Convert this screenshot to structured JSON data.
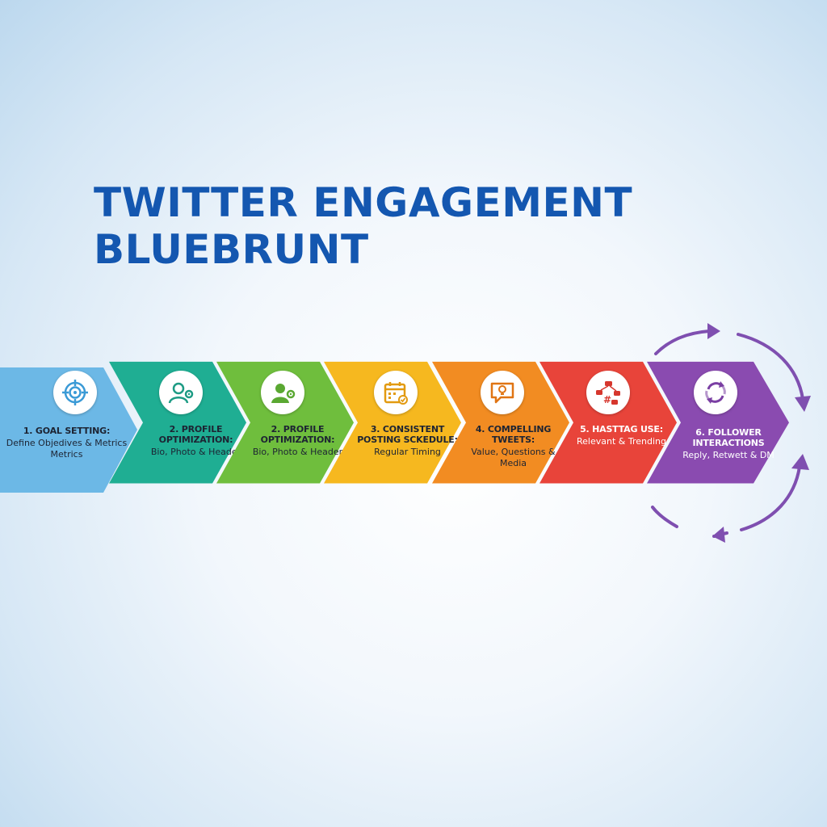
{
  "title": {
    "line1": "TWITTER ENGAGEMENT",
    "line2": "BLUEBRUNT"
  },
  "colors": {
    "title": "#1457b0",
    "cycle_arrows": "#7f4fb0"
  },
  "steps": [
    {
      "title": "1. GOAL SETTING:",
      "desc": "Define Objedives & Metrics Metrics",
      "color": "#6cb8e6",
      "icon": "target-icon"
    },
    {
      "title": "2. PROFILE OPTIMIZATION:",
      "desc": "Bio, Photo & Header",
      "color": "#1fae93",
      "icon": "profile-gear-icon"
    },
    {
      "title": "2. PROFILE OPTIMIZATION:",
      "desc": "Bio, Photo & Header",
      "color": "#6fbe3d",
      "icon": "profile-gear-icon"
    },
    {
      "title": "3. CONSISTENT POSTING SCKEDULE:",
      "desc": "Regular Timing",
      "color": "#f6b81f",
      "icon": "calendar-icon"
    },
    {
      "title": "4. COMPELLING TWEETS:",
      "desc": "Value, Questions & Media",
      "color": "#f28c22",
      "icon": "lightbulb-speech-icon"
    },
    {
      "title": "5. HASTTAG USE:",
      "desc": "Relevant & Trending",
      "color": "#e8443a",
      "icon": "hashtag-network-icon"
    },
    {
      "title": "6. FOLLOWER INTERACTIONS",
      "desc": "Reply, Retwett & DM",
      "color": "#8a4bb0",
      "icon": "cycle-arrows-icon"
    }
  ]
}
